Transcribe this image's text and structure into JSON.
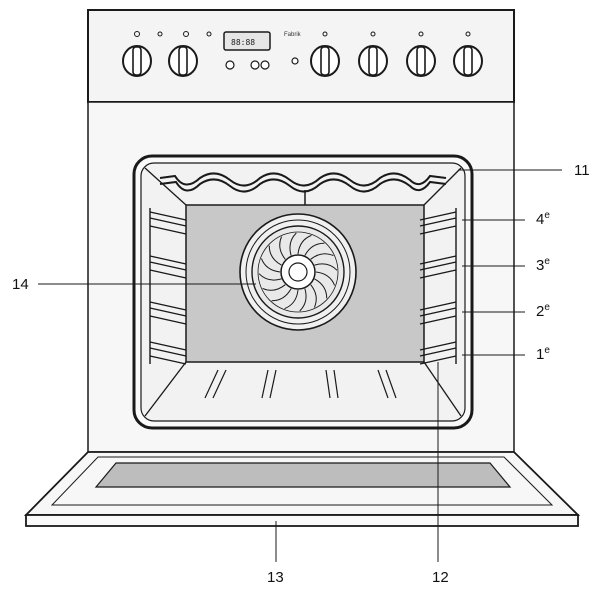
{
  "control_panel": {
    "brand_text": "Fabrik",
    "display_text": "88:88"
  },
  "callouts": [
    {
      "id": "11",
      "label": "11"
    },
    {
      "id": "12",
      "label": "12"
    },
    {
      "id": "13",
      "label": "13"
    },
    {
      "id": "14",
      "label": "14"
    }
  ],
  "shelf_levels": [
    {
      "level": "4",
      "suffix": "e"
    },
    {
      "level": "3",
      "suffix": "e"
    },
    {
      "level": "2",
      "suffix": "e"
    },
    {
      "level": "1",
      "suffix": "e"
    }
  ],
  "colors": {
    "line": "#1a1a1a",
    "cavity_back": "#c8c8c8",
    "glass": "#bdbdbd",
    "vent": "#8c8c8c",
    "panel": "#f4f4f4"
  }
}
